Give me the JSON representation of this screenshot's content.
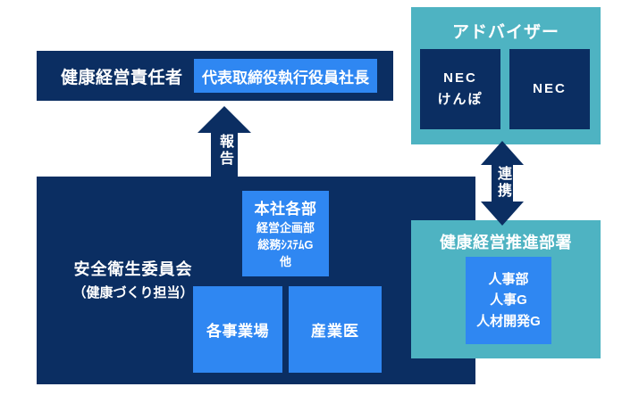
{
  "colors": {
    "navy": "#0b2e62",
    "blue": "#2f87f2",
    "teal": "#4eb3c2",
    "background": "#ffffff",
    "text_light": "#ffffff"
  },
  "health_officer": {
    "label": "健康経営責任者",
    "holder": "代表取締役執行役員社長"
  },
  "advisor": {
    "title": "アドバイザー",
    "members": [
      "NEC\nけんぽ",
      "NEC"
    ]
  },
  "safety_committee": {
    "title": "安全衛生委員会",
    "subtitle": "（健康づくり担当）",
    "headquarters": {
      "title": "本社各部",
      "detail": "経営企画部\n総務ｼｽﾃﾑG\n他"
    },
    "sites": {
      "title": "各事業場"
    },
    "doctor": {
      "title": "産業医"
    }
  },
  "promotion": {
    "title": "健康経営推進部署",
    "unit": "人事部\n人事G\n人材開発G"
  },
  "arrows": {
    "report": "報告",
    "cooperation": "連携"
  }
}
